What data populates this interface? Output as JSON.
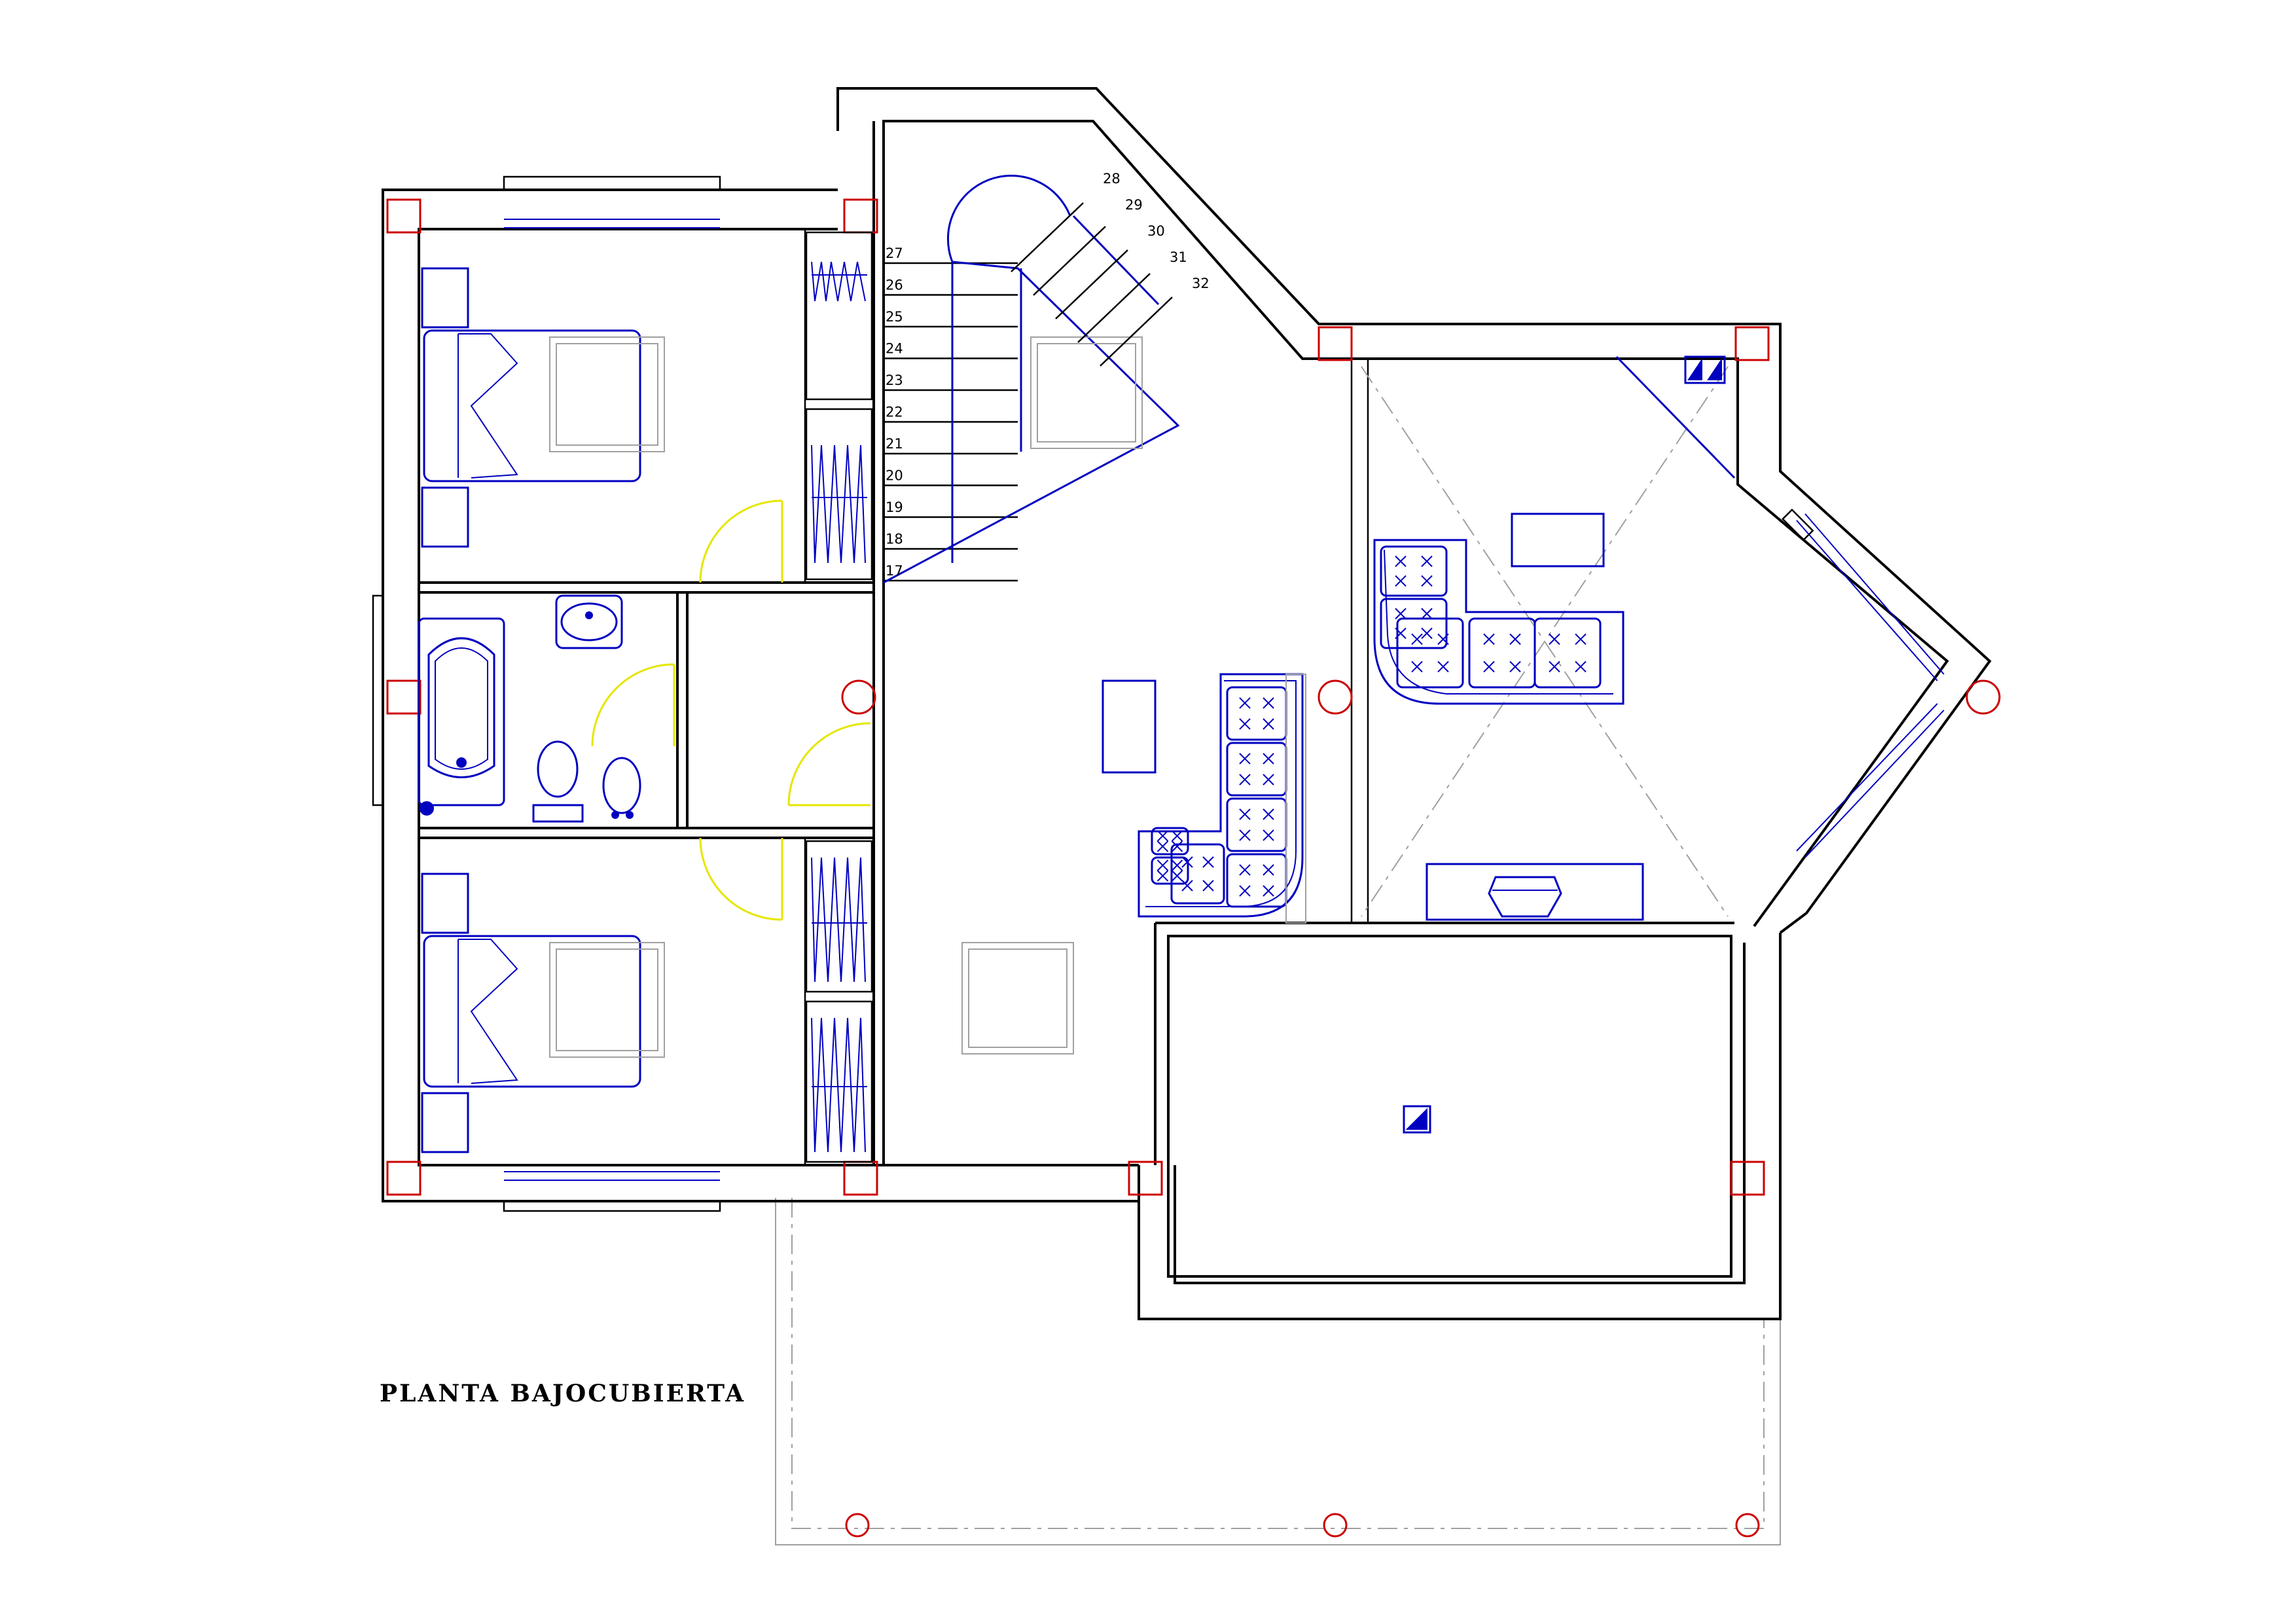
{
  "drawing": {
    "title": "PLANTA BAJOCUBIERTA"
  },
  "stair": {
    "straight_steps": [
      "27",
      "26",
      "25",
      "24",
      "23",
      "22",
      "21",
      "20",
      "19",
      "18",
      "17"
    ],
    "diagonal_steps": [
      "28",
      "29",
      "30",
      "31",
      "32"
    ]
  },
  "colors": {
    "walls": "#000000",
    "furniture": "#0000c0",
    "doors": "#e6e600",
    "pillars": "#cc0000",
    "hidden_lines": "#a0a0a0"
  }
}
